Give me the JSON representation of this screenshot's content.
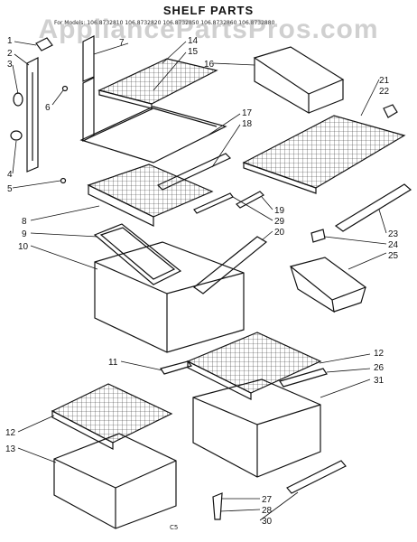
{
  "title": "SHELF PARTS",
  "model_line": "For Models: 106.8732810 106.8732820 106.8732850 106.8732860 106.8732880",
  "watermark": "AppliancePartsPros.com",
  "footer": "C5",
  "part_numbers": [
    "1",
    "2",
    "3",
    "4",
    "5",
    "6",
    "7",
    "8",
    "9",
    "10",
    "11",
    "12",
    "12",
    "13",
    "14",
    "15",
    "16",
    "17",
    "18",
    "19",
    "20",
    "21",
    "22",
    "23",
    "24",
    "25",
    "26",
    "27",
    "28",
    "29",
    "30",
    "31"
  ]
}
